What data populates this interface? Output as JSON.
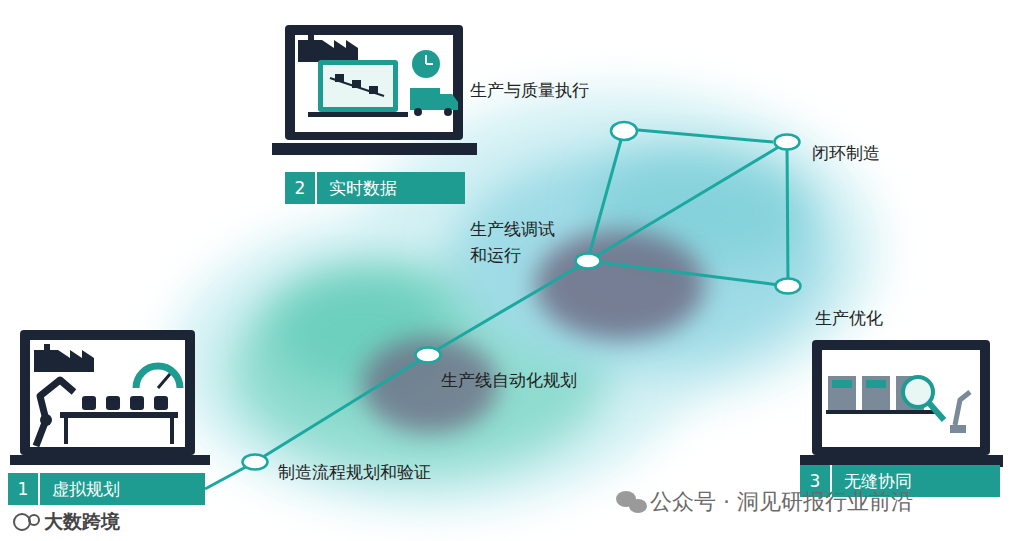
{
  "diagram": {
    "nodes": [
      {
        "text": [
          "1",
          "虚拟规划"
        ]
      },
      {
        "text": [
          "2",
          "实时数据"
        ]
      },
      {
        "text": [
          "3",
          "无缝协同"
        ]
      },
      {
        "text": [
          "制造流程规划和验证"
        ]
      },
      {
        "text": [
          "生产线自动化规划"
        ]
      },
      {
        "text": [
          "生产线调试和运行"
        ]
      },
      {
        "text": [
          "闭环制造"
        ]
      },
      {
        "text": [
          "生产优化"
        ]
      }
    ],
    "edges": [
      {
        "from": 0,
        "to": 3,
        "arrow": "none"
      },
      {
        "from": 3,
        "to": 4,
        "arrow": "none"
      },
      {
        "from": 4,
        "to": 5,
        "arrow": "none"
      },
      {
        "from": 5,
        "to": 6,
        "arrow": "none"
      },
      {
        "from": 5,
        "to": 7,
        "arrow": "none"
      },
      {
        "from": 6,
        "to": 7,
        "arrow": "none"
      }
    ],
    "labels": [
      "生产与质量执行",
      "公众号 · 洞见研报行业前沿",
      "大数跨境"
    ]
  }
}
